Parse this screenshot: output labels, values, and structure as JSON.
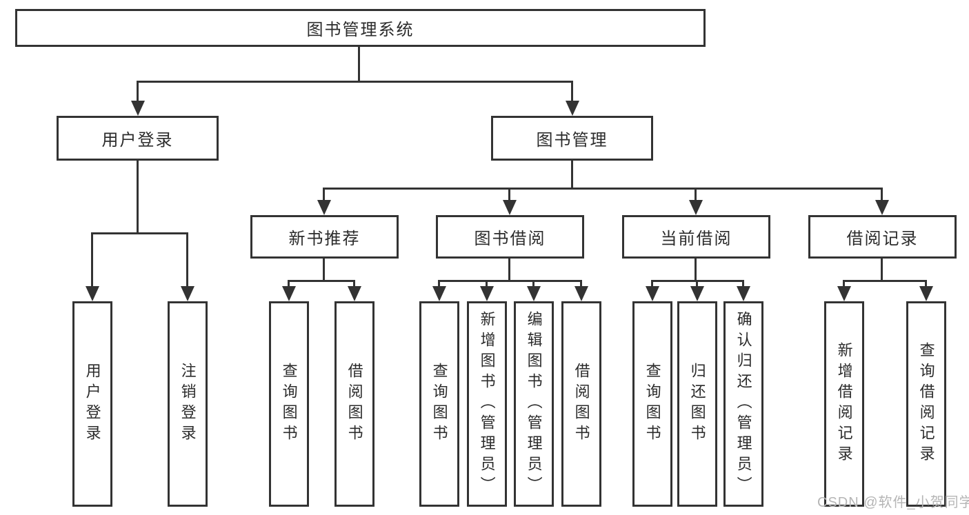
{
  "diagram_type": "hierarchy-tree",
  "tree": {
    "label": "图书管理系统",
    "children": [
      {
        "label": "用户登录",
        "children": [
          {
            "label": "用户登录"
          },
          {
            "label": "注销登录"
          }
        ]
      },
      {
        "label": "图书管理",
        "children": [
          {
            "label": "新书推荐",
            "children": [
              {
                "label": "查询图书"
              },
              {
                "label": "借阅图书"
              }
            ]
          },
          {
            "label": "图书借阅",
            "children": [
              {
                "label": "查询图书"
              },
              {
                "label": "新增图书（管理员）"
              },
              {
                "label": "编辑图书（管理员）"
              },
              {
                "label": "借阅图书"
              }
            ]
          },
          {
            "label": "当前借阅",
            "children": [
              {
                "label": "查询图书"
              },
              {
                "label": "归还图书"
              },
              {
                "label": "确认归还（管理员）"
              }
            ]
          },
          {
            "label": "借阅记录",
            "children": [
              {
                "label": "新增借阅记录"
              },
              {
                "label": "查询借阅记录"
              }
            ]
          }
        ]
      }
    ]
  },
  "watermark": {
    "text": "CSDN @软件_小贺同学"
  },
  "colors": {
    "line": "#333333",
    "text": "#2b2b2b",
    "watermark": "#b5b5b5",
    "background": "#ffffff"
  }
}
